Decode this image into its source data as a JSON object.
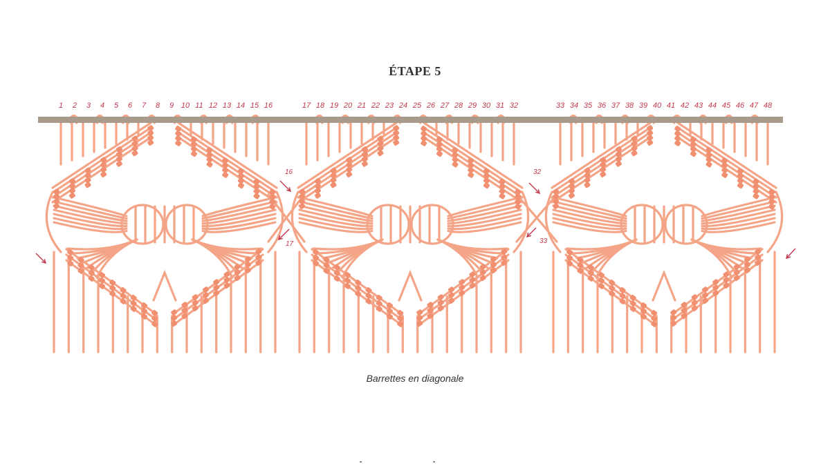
{
  "title": "ÉTAPE 5",
  "caption": "Barrettes en diagonale",
  "cord_numbers": [
    "1",
    "2",
    "3",
    "4",
    "5",
    "6",
    "7",
    "8",
    "9",
    "10",
    "11",
    "12",
    "13",
    "14",
    "15",
    "16",
    "17",
    "18",
    "19",
    "20",
    "21",
    "22",
    "23",
    "24",
    "25",
    "26",
    "27",
    "28",
    "29",
    "30",
    "31",
    "32",
    "33",
    "34",
    "35",
    "36",
    "37",
    "38",
    "39",
    "40",
    "41",
    "42",
    "43",
    "44",
    "45",
    "46",
    "47",
    "48"
  ],
  "callouts": [
    {
      "label": "16",
      "direction": "down-right"
    },
    {
      "label": "17",
      "direction": "up-left"
    },
    {
      "label": "32",
      "direction": "down-right"
    },
    {
      "label": "33",
      "direction": "up-left"
    },
    {
      "label": "",
      "direction": "down-right"
    },
    {
      "label": "",
      "direction": "down-left"
    }
  ],
  "colors": {
    "cord": "#f4a487",
    "knot": "#f19070",
    "bar": "#a99b8c",
    "numbers": "#c0394d",
    "text": "#333333"
  },
  "icons": [
    "arrow-icon"
  ]
}
